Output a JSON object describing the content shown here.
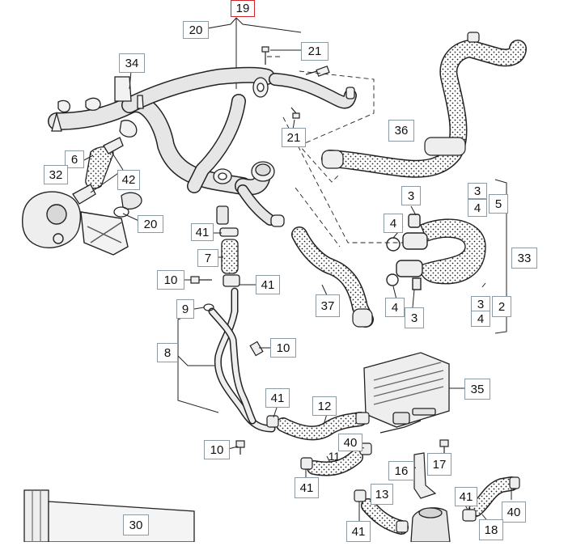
{
  "diagram": {
    "accent_color": "#d0262a",
    "label_border_color": "#8a9ba5",
    "hose_fill_color": "#e6e6e6",
    "callouts": [
      "19",
      "20",
      "34",
      "21",
      "21",
      "36",
      "6",
      "32",
      "42",
      "20",
      "3",
      "4",
      "3",
      "5",
      "4",
      "33",
      "41",
      "7",
      "10",
      "41",
      "37",
      "4",
      "3",
      "3",
      "2",
      "4",
      "9",
      "10",
      "8",
      "35",
      "41",
      "12",
      "40",
      "10",
      "11",
      "41",
      "16",
      "17",
      "13",
      "41",
      "40",
      "18",
      "41",
      "30"
    ]
  }
}
